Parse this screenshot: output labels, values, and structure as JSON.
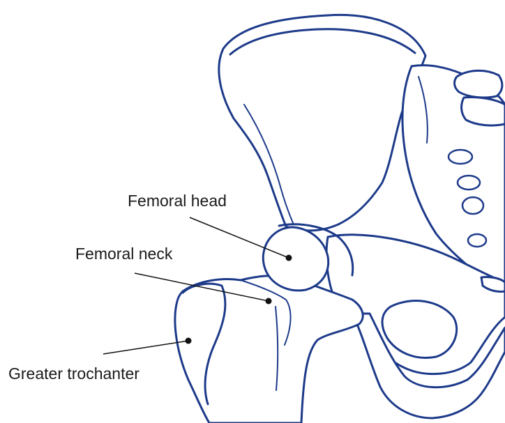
{
  "labels": {
    "femoral_head": "Femoral head",
    "femoral_neck": "Femoral neck",
    "greater_trochanter": "Greater trochanter"
  },
  "colors": {
    "bone_outline": "#1d3a8a",
    "bone_fill": "#ffffff",
    "leader_line": "#111111",
    "text": "#1a1a1a"
  }
}
